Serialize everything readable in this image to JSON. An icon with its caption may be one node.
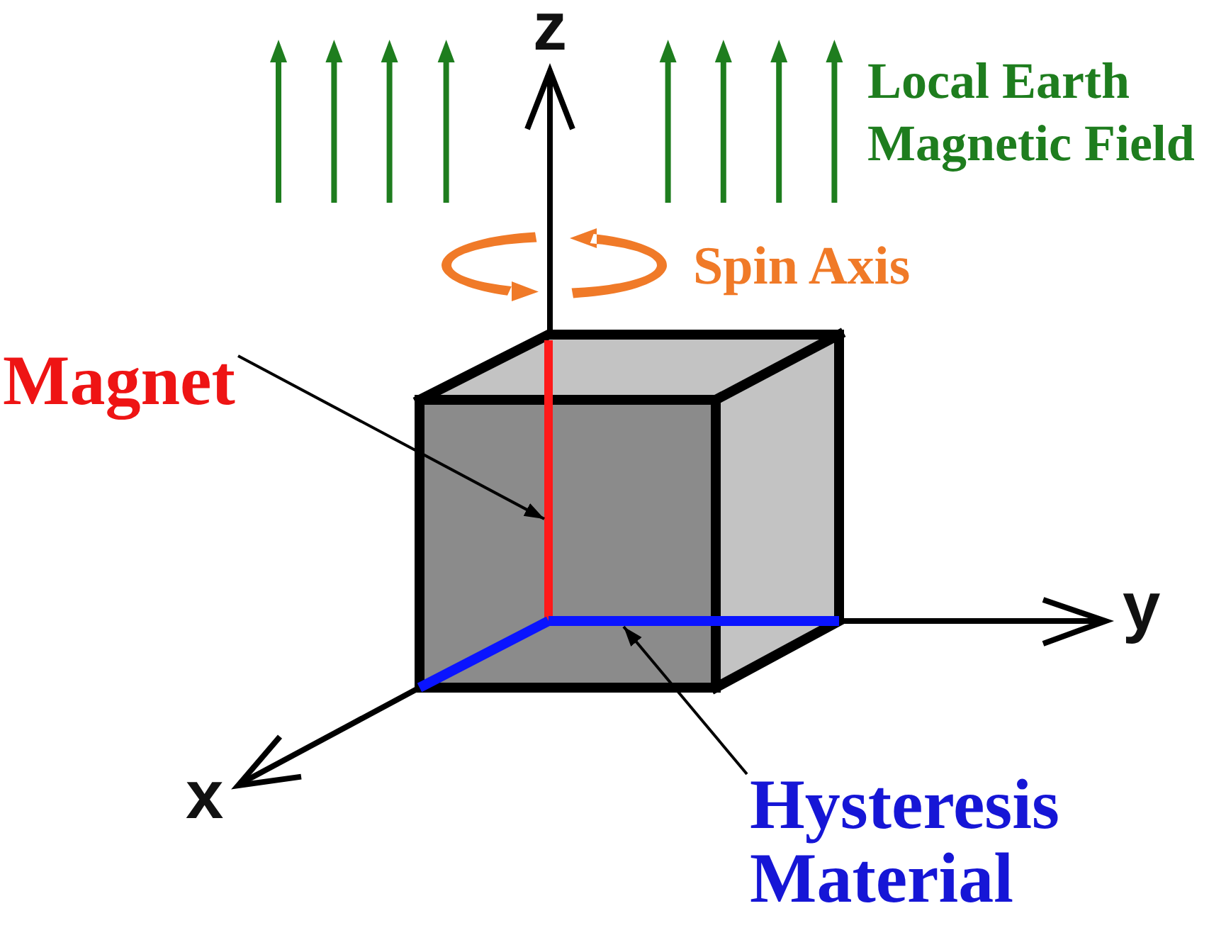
{
  "diagram": {
    "nodes": [
      {
        "text": [
          "Magnet"
        ]
      },
      {
        "text": [],
        "shape": "bar"
      },
      {
        "text": [],
        "shape": "bar"
      },
      {
        "text": [
          "Hysteresis Material"
        ]
      }
    ],
    "edges": [
      {
        "from": 0,
        "to": 1,
        "arrow": "to"
      },
      {
        "from": 3,
        "to": 2,
        "arrow": "to"
      }
    ],
    "labels": [
      "z",
      "Local Earth Magnetic Field",
      "Spin Axis",
      "y",
      "x"
    ]
  }
}
